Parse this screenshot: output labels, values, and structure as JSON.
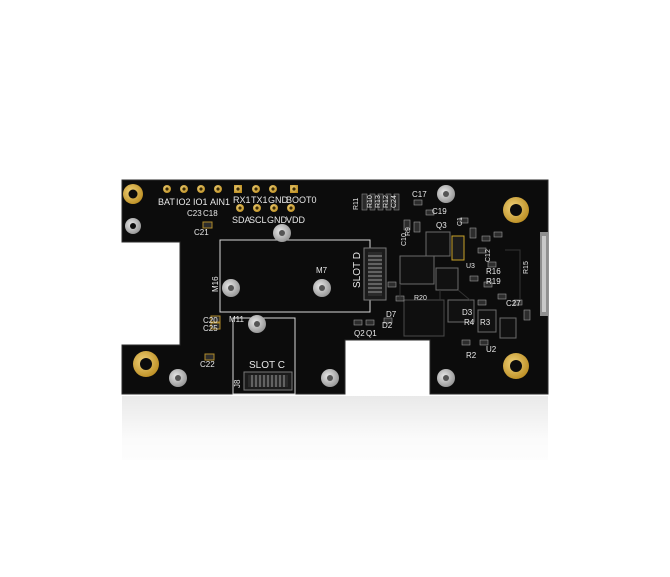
{
  "board": {
    "colors": {
      "pcb": "#0c0c0c",
      "silkscreen": "#e8e8e8",
      "gold": "#c9a227",
      "metal": "#bfbfbf",
      "background": "#ffffff"
    },
    "header_top_labels": [
      "BAT",
      "IO2",
      "IO1",
      "AIN1",
      "RX1",
      "TX1",
      "GND",
      "BOOT0"
    ],
    "header_bottom_labels": [
      "SDA",
      "SCL",
      "GND",
      "VDD"
    ],
    "slots": {
      "slot_d": "SLOT D",
      "slot_c": "SLOT C"
    },
    "mount_labels": {
      "m7": "M7",
      "m16": "M16",
      "m11": "M11"
    },
    "components": {
      "c23": "C23",
      "c18": "C18",
      "c21": "C21",
      "c20": "C20",
      "c25": "C25",
      "c22": "C22",
      "j8": "J8",
      "r11": "R11",
      "r10": "R10",
      "r13": "R13",
      "r12": "R12",
      "c24": "C24",
      "c17": "C17",
      "c19": "C19",
      "c10": "C10",
      "r9": "R9",
      "q3": "Q3",
      "c1": "C1",
      "c12": "C12",
      "r15": "R15",
      "r16": "R16",
      "r19": "R19",
      "r20": "R20",
      "d7": "D7",
      "d3": "D3",
      "r4": "R4",
      "r3": "R3",
      "c27": "C27",
      "u2": "U2",
      "r2": "R2",
      "q2": "Q2",
      "q1": "Q1",
      "d2": "D2",
      "u3": "U3"
    }
  }
}
